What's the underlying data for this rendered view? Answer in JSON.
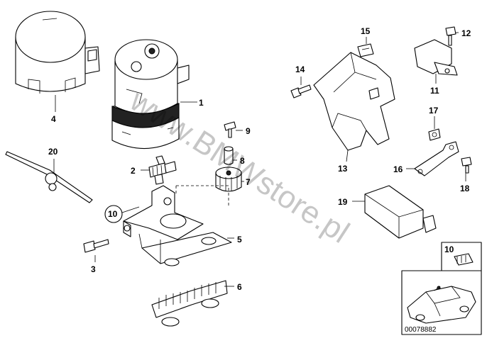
{
  "callouts": {
    "c1": "1",
    "c2": "2",
    "c3": "3",
    "c4": "4",
    "c5": "5",
    "c6": "6",
    "c7": "7",
    "c8": "8",
    "c9": "9",
    "c10": "10",
    "c10b": "10",
    "c11": "11",
    "c12": "12",
    "c13": "13",
    "c14": "14",
    "c15": "15",
    "c16": "16",
    "c17": "17",
    "c18": "18",
    "c19": "19",
    "c20": "20"
  },
  "watermark": "www.BMWstore.pl",
  "diagram_code": "00078882"
}
